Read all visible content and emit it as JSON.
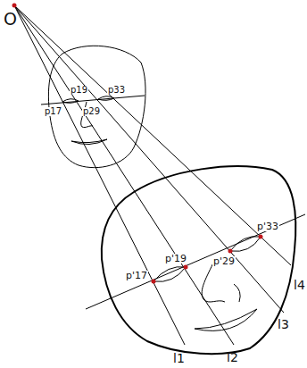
{
  "diagram": {
    "labels": [
      "O",
      "p19",
      "p33",
      "p17",
      "p29",
      "p'33",
      "p'19",
      "p'29",
      "p'17",
      "l4",
      "l3",
      "l1",
      "l2"
    ]
  }
}
